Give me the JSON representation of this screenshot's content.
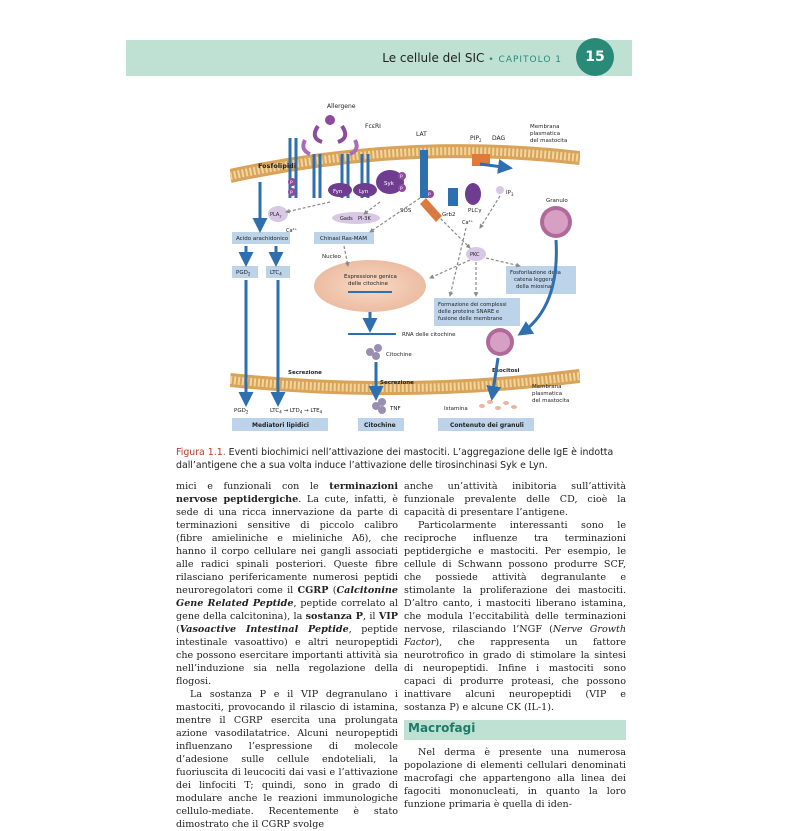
{
  "header": {
    "title": "Le cellule del SIC",
    "chapter": "• CAPITOLO 1",
    "page_number": "15"
  },
  "figure": {
    "labels": {
      "allergene": "Allergene",
      "fceri": "FcεRI",
      "lat": "LAT",
      "pip2": "PIP",
      "pip2_sub": "2",
      "dag": "DAG",
      "membrana_top": [
        "Membrana",
        "plasmatica",
        "del mastocita"
      ],
      "fosfolipidi": "Fosfolipidi",
      "fyn": "Fyn",
      "lyn": "Lyn",
      "syk": "Syk",
      "sos": "SOS",
      "grb2": "Grb2",
      "plc": "PLCγ",
      "ip3": "IP",
      "ip3_sub": "3",
      "pla": "PLA",
      "pla_sub": "2",
      "ca_left": "Ca²⁺",
      "ca_right": "Ca²⁺",
      "gads": "Gads",
      "pi3k": "PI-3K",
      "granulo": "Granulo",
      "acido": "Acido arachidonico",
      "chinasi": "Chinasi Ras-MAM",
      "pkc": "PKC",
      "pgd2": "PGD",
      "pgd2_sub": "2",
      "ltc4": "LTC",
      "ltc4_sub": "4",
      "nucleo": "Nucleo",
      "espressione": [
        "Espressione genica",
        "delle citochine"
      ],
      "fosforilazione": [
        "Fosforilazione della",
        "catena leggera",
        "della miosina"
      ],
      "formazione": [
        "Formazione dei complessi",
        "delle proteine SNARE e",
        "fusione delle membrane"
      ],
      "rna": "RNA delle citochine",
      "citochine": "Citochine",
      "secrezione_left": "Secrezione",
      "secrezione_mid": "Secrezione",
      "esocitosi": "Esocitosi",
      "membrana_bottom": [
        "Membrana",
        "plasmatica",
        "del mastocita"
      ],
      "istamina": "Istamina",
      "tnf": "TNF",
      "pgd2_bottom": "PGD",
      "ltc4_chain": [
        "LTC",
        "LTD",
        "LTE"
      ],
      "mediatori": "Mediatori lipidici",
      "citochine_box": "Citochine",
      "contenuto": "Contenuto dei granuli",
      "p": "P"
    }
  },
  "caption": {
    "label": "Figura 1.1.",
    "text": "Eventi biochimici nell’attivazione dei mastociti. L’aggregazione delle IgE è indotta dall’antigene che a sua volta induce l’attivazione delle tirosinchinasi Syk e Lyn."
  },
  "left_column": {
    "p1_a": "mici e funzionali con le ",
    "p1_b": "terminazioni nervose peptidergiche",
    "p1_c": ". La cute, infatti, è sede di una ricca innervazione da parte di terminazioni sensitive di piccolo calibro (fibre amieliniche e mieliniche Aδ), che hanno il corpo cellulare nei gangli associati alle radici spinali posteriori. Queste fibre rilasciano perifericamente numerosi peptidi neuroregolatori come il ",
    "p1_d": "CGRP",
    "p1_e": " (",
    "p1_f": "Calcitonine Gene Related Peptide",
    "p1_g": ", peptide correlato al gene della calcitonina), la ",
    "p1_h": "sostanza P",
    "p1_i": ", il ",
    "p1_j": "VIP",
    "p1_k": " (",
    "p1_l": "Vasoactive Intestinal Peptide",
    "p1_m": ", peptide intestinale vasoattivo) e altri neuropeptidi che possono esercitare importanti attività sia nell’induzione sia nella regolazione della flogosi.",
    "p2": "La sostanza P e il VIP degranulano i mastociti, provocando il rilascio di istamina, mentre il CGRP esercita una prolungata azione vasodilatatrice. Alcuni neuropeptidi influenzano l’espressione di molecole d’adesione sulle cellule endoteliali, la fuoriuscita di leucociti dai vasi e l’attivazione dei linfociti T; quindi, sono in grado di modulare anche le reazioni immunologiche cellulo-mediate. Recentemente è stato dimostrato che il CGRP svolge"
  },
  "right_column": {
    "p1": "anche un’attività inibitoria sull’attività funzionale prevalente delle CD, cioè la capacità di presentare l’antigene.",
    "p2_a": "Particolarmente interessanti sono le reciproche influenze tra terminazioni peptidergiche e mastociti. Per esempio, le cellule di Schwann possono produrre SCF, che possiede attività degranulante e stimolante la proliferazione dei mastociti. D’altro canto, i mastociti liberano istamina, che modula l’eccitabilità delle terminazioni nervose, rilasciando l’NGF (",
    "p2_b": "Nerve Growth Factor",
    "p2_c": "), che rappresenta un fattore neurotrofico in grado di stimolare la sintesi di neuropeptidi. Infine i mastociti sono capaci di produrre proteasi, che possono inattivare alcuni neuropeptidi (VIP e sostanza P) e alcune CK (IL-1).",
    "section_title": "Macrofagi",
    "p3": "Nel derma è presente una numerosa popolazione di elementi cellulari denominati macrofagi che appartengono alla linea dei fagociti mononucleati, in quanto la loro funzione primaria è quella di iden-"
  }
}
